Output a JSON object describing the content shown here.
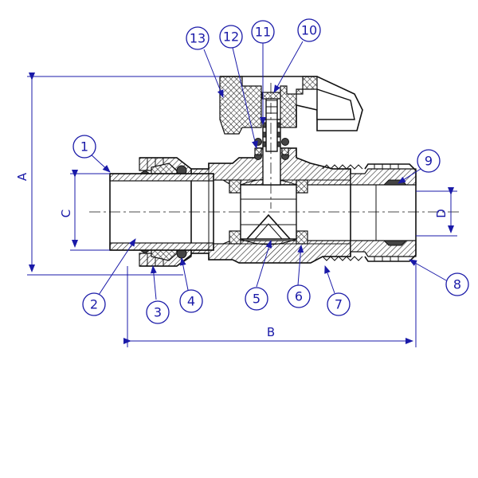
{
  "dimensions": {
    "a": "A",
    "b": "B",
    "c": "C",
    "d": "D"
  },
  "callouts": [
    "1",
    "2",
    "3",
    "4",
    "5",
    "6",
    "7",
    "8",
    "9",
    "10",
    "11",
    "12",
    "13"
  ],
  "colors": {
    "annotation": "#1a1aa8",
    "outline": "#111111"
  }
}
